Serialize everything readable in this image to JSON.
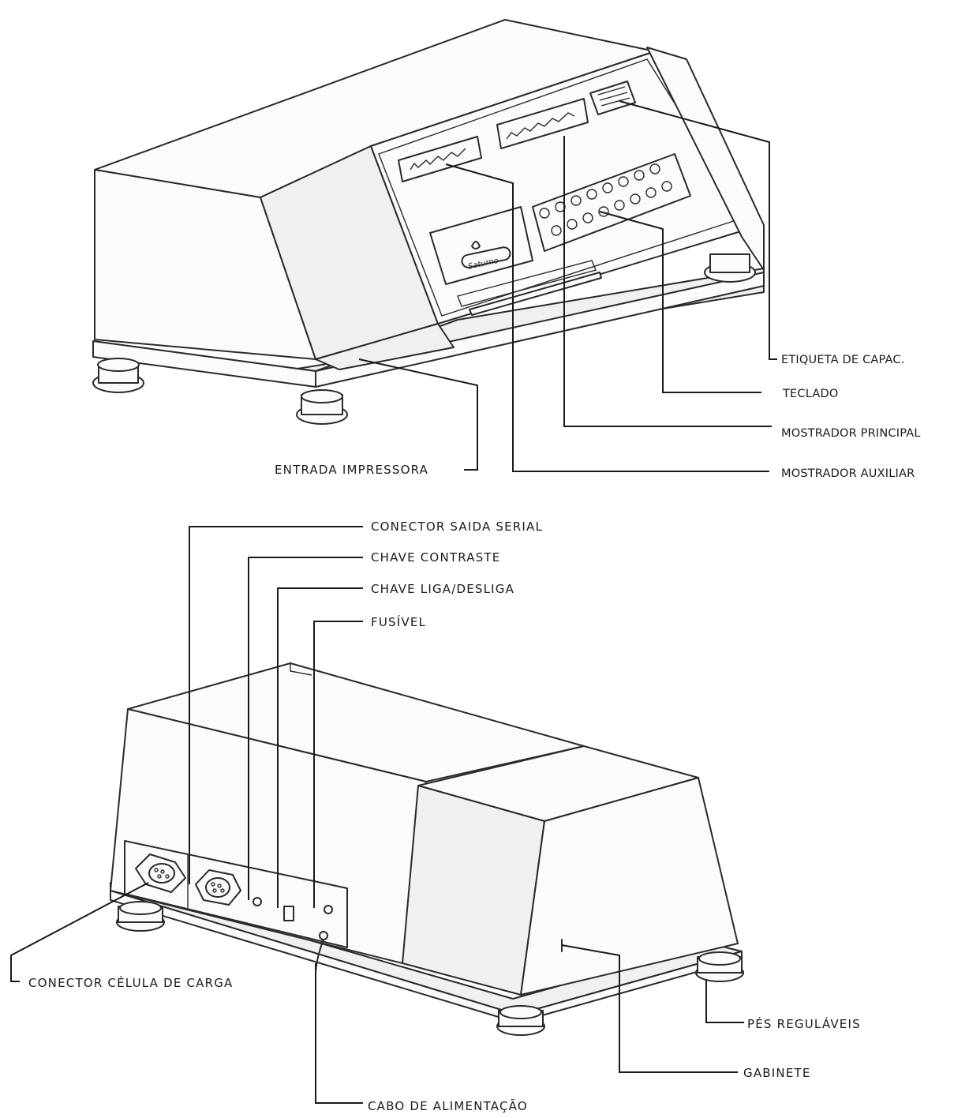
{
  "labels": {
    "etiqueta": "ETIQUETA DE CAPAC.",
    "teclado": "TECLADO",
    "mostrador_principal": "MOSTRADOR PRINCIPAL",
    "mostrador_auxiliar": "MOSTRADOR AUXILIAR",
    "entrada_impressora": "ENTRADA IMPRESSORA",
    "conector_saida_serial": "CONECTOR SAIDA SERIAL",
    "chave_contraste": "CHAVE CONTRASTE",
    "chave_liga_desliga": "CHAVE LIGA/DESLIGA",
    "fusivel": "FUSÍVEL",
    "conector_celula": "CONECTOR CÉLULA DE CARGA",
    "pes_regulaveis": "PÉS REGULÁVEIS",
    "gabinete": "GABINETE",
    "cabo_alimentacao": "CABO DE ALIMENTAÇÃO"
  },
  "logo": {
    "text": "Saturno"
  }
}
